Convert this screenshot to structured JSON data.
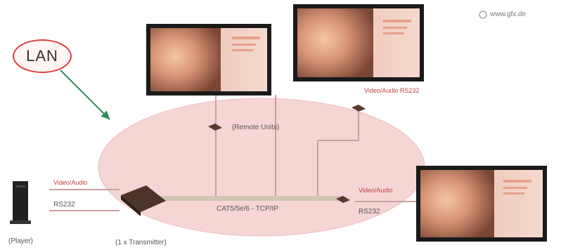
{
  "lan_label": "LAN",
  "watermark": "www.gfx.de",
  "labels": {
    "remote_units": "(Remote Units)",
    "video_audio_rs232_top": "Video/Audio RS232",
    "video_audio_left": "Video/Audio",
    "rs232_left": "RS232",
    "video_audio_right": "Video/Audio",
    "rs232_right": "RS232",
    "cable": "CAT5/5e/6 - TCP/IP",
    "player": "(Player)",
    "transmitter": "(1 x Transmitter)"
  },
  "colors": {
    "ellipse_fill": "#f6d5d5",
    "line": "#c9a0a0",
    "screen_frame": "#1a1a1a",
    "arrow": "#2e8b57",
    "red_label": "#c04040"
  }
}
